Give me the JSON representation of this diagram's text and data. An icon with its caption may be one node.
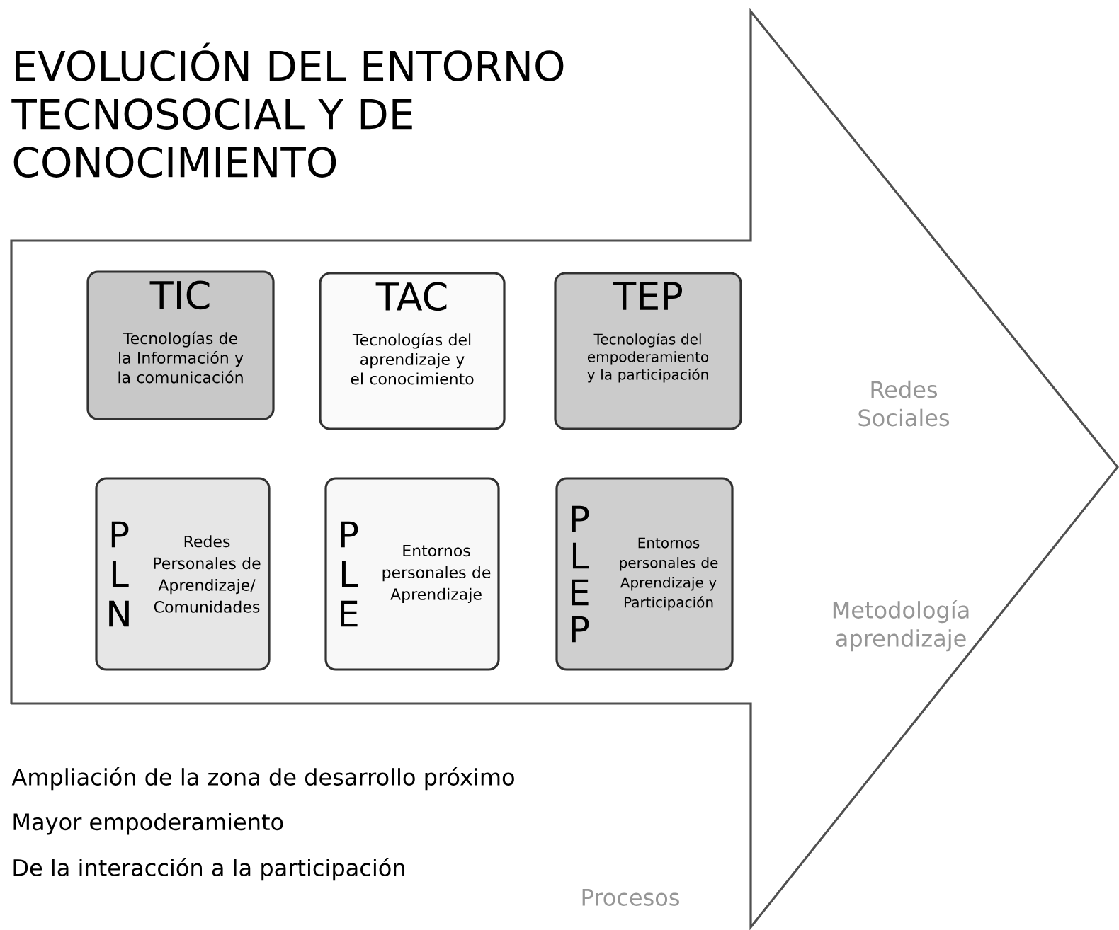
{
  "diagram": {
    "title": "EVOLUCIÓN DEL ENTORNO TECNOSOCIAL Y DE CONOCIMIENTO",
    "nodes": [
      {
        "text": [
          "Redes Sociales",
          "Metodología aprendizaje"
        ]
      },
      {
        "text": [
          "TIC",
          "Tecnologías de la Información y la comunicación"
        ],
        "in": 0
      },
      {
        "text": [
          "TAC",
          "Tecnologías del aprendizaje y el conocimiento"
        ],
        "in": 0
      },
      {
        "text": [
          "TEP",
          "Tecnologías del empoderamiento y la participación"
        ],
        "in": 0
      },
      {
        "text": [
          "P",
          "L",
          "N",
          "Redes Personales de Aprendizaje/ Comunidades"
        ],
        "in": 0
      },
      {
        "text": [
          "P",
          "L",
          "E",
          "Entornos personales de Aprendizaje"
        ],
        "in": 0
      },
      {
        "text": [
          "P",
          "L",
          "E",
          "P",
          "Entornos personales de Aprendizaje y Participación"
        ],
        "in": 0
      }
    ],
    "labels": [
      "Ampliación de la zona de desarrollo próximo",
      "Mayor empoderamiento",
      "De la interacción a la participación",
      "Procesos"
    ]
  }
}
